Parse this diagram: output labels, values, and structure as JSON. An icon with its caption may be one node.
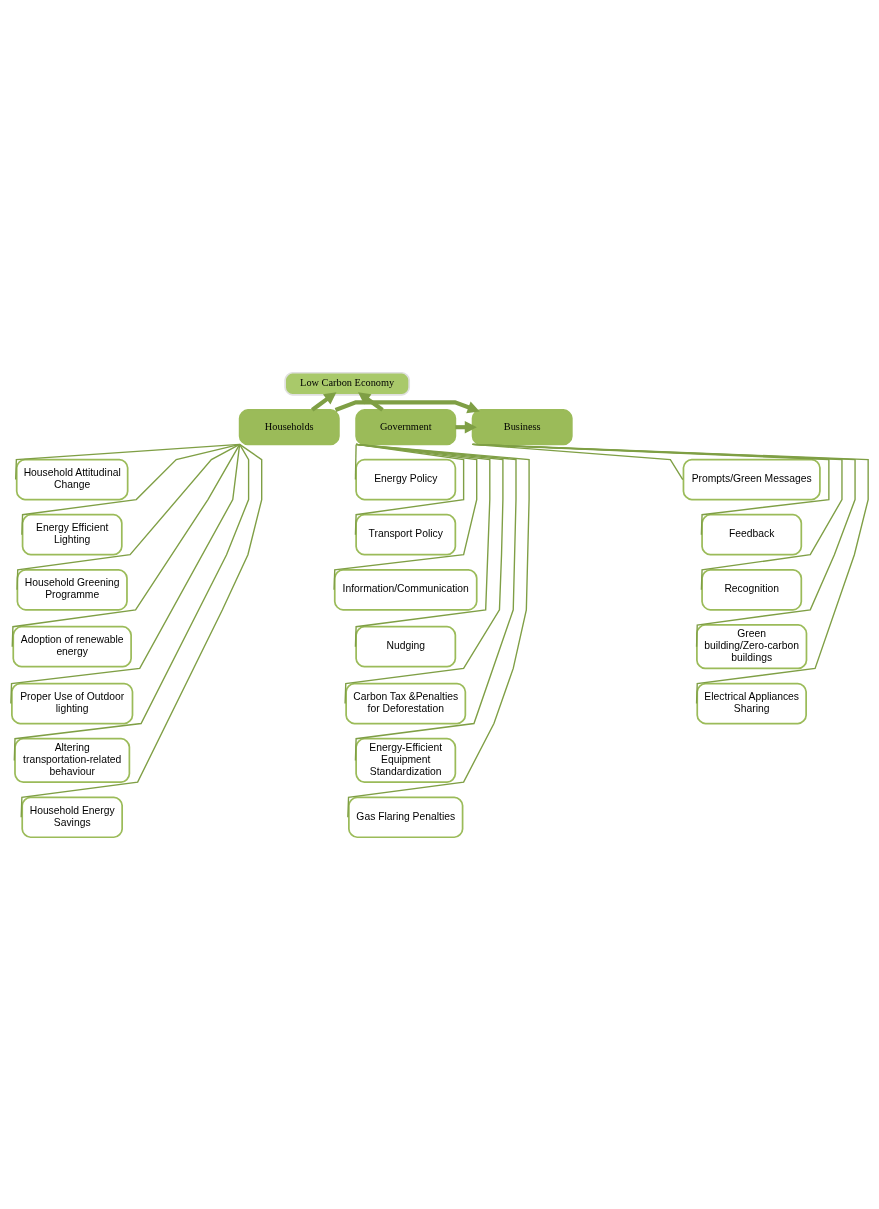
{
  "diagram": {
    "nodes": [
      {
        "text": [
          "Low Carbon Economy"
        ]
      },
      {
        "text": [
          "Households"
        ]
      },
      {
        "text": [
          "Business"
        ]
      },
      {
        "text": [
          "Government"
        ]
      },
      {
        "text": [
          "Household Attitudinal Change"
        ]
      },
      {
        "text": [
          "Energy Efficient Lighting"
        ]
      },
      {
        "text": [
          "Household Greening Programme"
        ]
      },
      {
        "text": [
          "Adoption of renewable energy"
        ]
      },
      {
        "text": [
          "Proper Use of Outdoor lighting"
        ]
      },
      {
        "text": [
          "Altering transportation-related behaviour"
        ]
      },
      {
        "text": [
          "Household Energy Savings"
        ]
      },
      {
        "text": [
          "Prompts/Green Messages"
        ]
      },
      {
        "text": [
          "Feedback"
        ]
      },
      {
        "text": [
          "Recognition"
        ]
      },
      {
        "text": [
          "Green building/Zero-carbon buildings"
        ]
      },
      {
        "text": [
          "Electrical Appliances Sharing"
        ]
      },
      {
        "text": [
          "Energy Policy"
        ]
      },
      {
        "text": [
          "Transport Policy"
        ]
      },
      {
        "text": [
          "Information/Communication"
        ]
      },
      {
        "text": [
          "Nudging"
        ]
      },
      {
        "text": [
          "Carbon Tax &Penalties for Deforestation"
        ]
      },
      {
        "text": [
          "Energy-Efficient Equipment Standardization"
        ]
      },
      {
        "text": [
          "Gas Flaring Penalties"
        ]
      }
    ],
    "edges": [
      {
        "from": 1,
        "to": 0,
        "arrow": "to",
        "style": "thick"
      },
      {
        "from": 3,
        "to": 0,
        "arrow": "to",
        "style": "thick"
      },
      {
        "from": 1,
        "to": 2,
        "arrow": "to",
        "style": "thick"
      },
      {
        "from": 3,
        "to": 2,
        "arrow": "to",
        "style": "thick"
      },
      {
        "from": 1,
        "to": 4,
        "arrow": "none"
      },
      {
        "from": 1,
        "to": 5,
        "arrow": "none"
      },
      {
        "from": 1,
        "to": 6,
        "arrow": "none"
      },
      {
        "from": 1,
        "to": 7,
        "arrow": "none"
      },
      {
        "from": 1,
        "to": 8,
        "arrow": "none"
      },
      {
        "from": 1,
        "to": 9,
        "arrow": "none"
      },
      {
        "from": 1,
        "to": 10,
        "arrow": "none"
      },
      {
        "from": 2,
        "to": 11,
        "arrow": "none"
      },
      {
        "from": 2,
        "to": 12,
        "arrow": "none"
      },
      {
        "from": 2,
        "to": 13,
        "arrow": "none"
      },
      {
        "from": 2,
        "to": 14,
        "arrow": "none"
      },
      {
        "from": 2,
        "to": 15,
        "arrow": "none"
      },
      {
        "from": 3,
        "to": 16,
        "arrow": "none"
      },
      {
        "from": 3,
        "to": 17,
        "arrow": "none"
      },
      {
        "from": 3,
        "to": 18,
        "arrow": "none"
      },
      {
        "from": 3,
        "to": 19,
        "arrow": "none"
      },
      {
        "from": 3,
        "to": 20,
        "arrow": "none"
      },
      {
        "from": 3,
        "to": 21,
        "arrow": "none"
      },
      {
        "from": 3,
        "to": 22,
        "arrow": "none"
      }
    ]
  }
}
